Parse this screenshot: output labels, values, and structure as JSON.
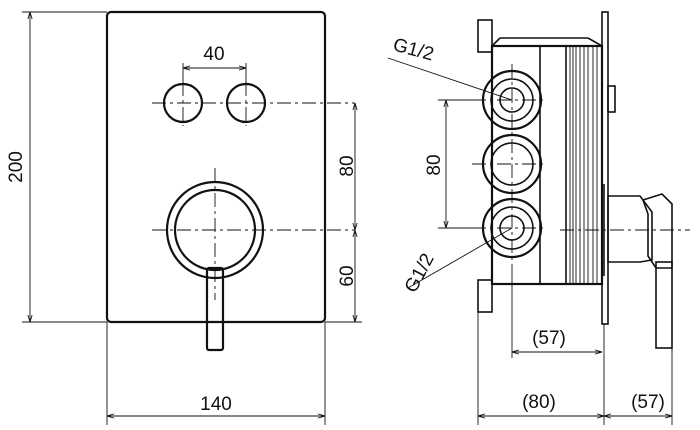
{
  "front_view": {
    "width_dim": "140",
    "height_dim": "200",
    "button_spacing_dim": "40",
    "button_to_handle_dim": "80",
    "handle_to_bottom_dim": "60"
  },
  "side_view": {
    "thread_top": "G1/2",
    "thread_bottom": "G1/2",
    "port_spacing_dim": "80",
    "depth_inner_dim": "(57)",
    "depth_body_dim": "(80)",
    "depth_handle_dim": "(57)"
  }
}
